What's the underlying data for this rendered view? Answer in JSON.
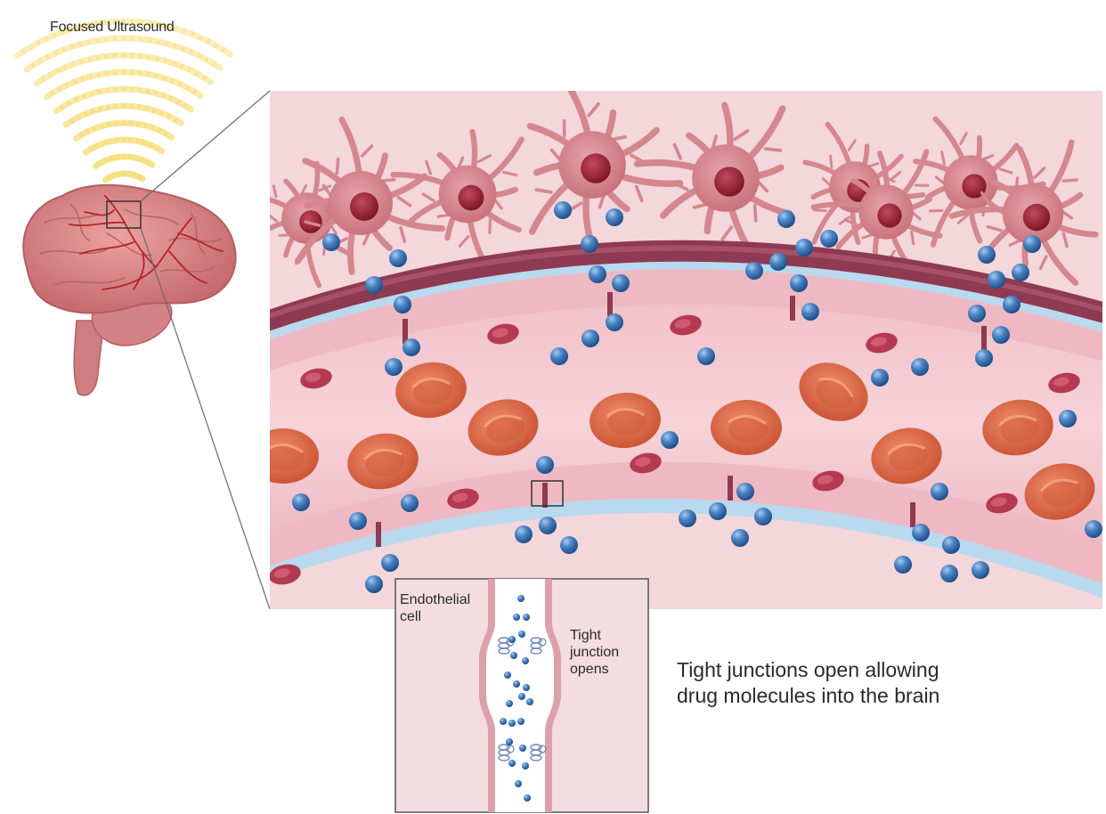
{
  "labels": {
    "ultrasound": "Focused Ultrasound",
    "endothelial": [
      "Endothelial",
      "cell"
    ],
    "tight_junction": [
      "Tight",
      "junction",
      "opens"
    ],
    "caption": [
      "Tight junctions open allowing",
      "drug molecules into the brain"
    ]
  },
  "colors": {
    "ultrasound_wave": "#f5de7a",
    "brain": "#d98585",
    "brain_vessel": "#b3262b",
    "tissue_bg": "#f3d7da",
    "astrocyte": "#d4878f",
    "astrocyte_nucleus": "#9c2637",
    "vessel_wall": "#efb9c3",
    "basement_membrane": "#b9d9ef",
    "red_blood_cell": "#e0704d",
    "drug_molecule": "#3f77b8",
    "inset_bg": "#f3dde1"
  }
}
